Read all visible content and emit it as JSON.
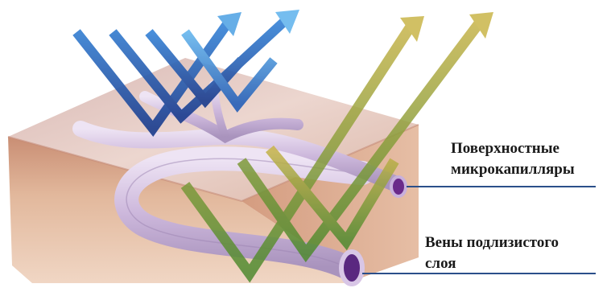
{
  "labels": {
    "surface_capillaries": [
      "Поверхностные",
      "микрокапилляры"
    ],
    "subpapillary_veins": [
      "Вены подлизистого",
      "слоя"
    ]
  },
  "colors": {
    "blue_light": "#5aa8e6",
    "blue_dark": "#1f4fa0",
    "olive_light": "#c9b64a",
    "olive_dark": "#5e8a2e",
    "skin_top": "#e6c8be",
    "skin_side": "#d9a68f",
    "vessel": "#d9c8e6",
    "leader_line": "#2b4f8a"
  },
  "icons": [
    "blue-light-ray-arrow",
    "olive-light-ray-arrow"
  ]
}
